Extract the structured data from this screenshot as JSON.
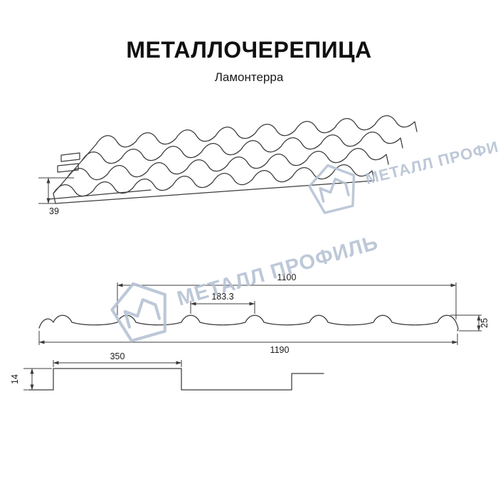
{
  "header": {
    "title": "МЕТАЛЛОЧЕРЕПИЦА",
    "subtitle": "Ламонтерра"
  },
  "watermark": {
    "text": "МЕТАЛЛ ПРОФИЛЬ"
  },
  "dimensions": {
    "perspective_height": "39",
    "useful_width": "1100",
    "wave_pitch": "183.3",
    "profile_height": "25",
    "full_width": "1190",
    "module_length": "350",
    "step_height": "14"
  },
  "colors": {
    "line": "#3c3c3c",
    "watermark": "#b6c3d4"
  }
}
